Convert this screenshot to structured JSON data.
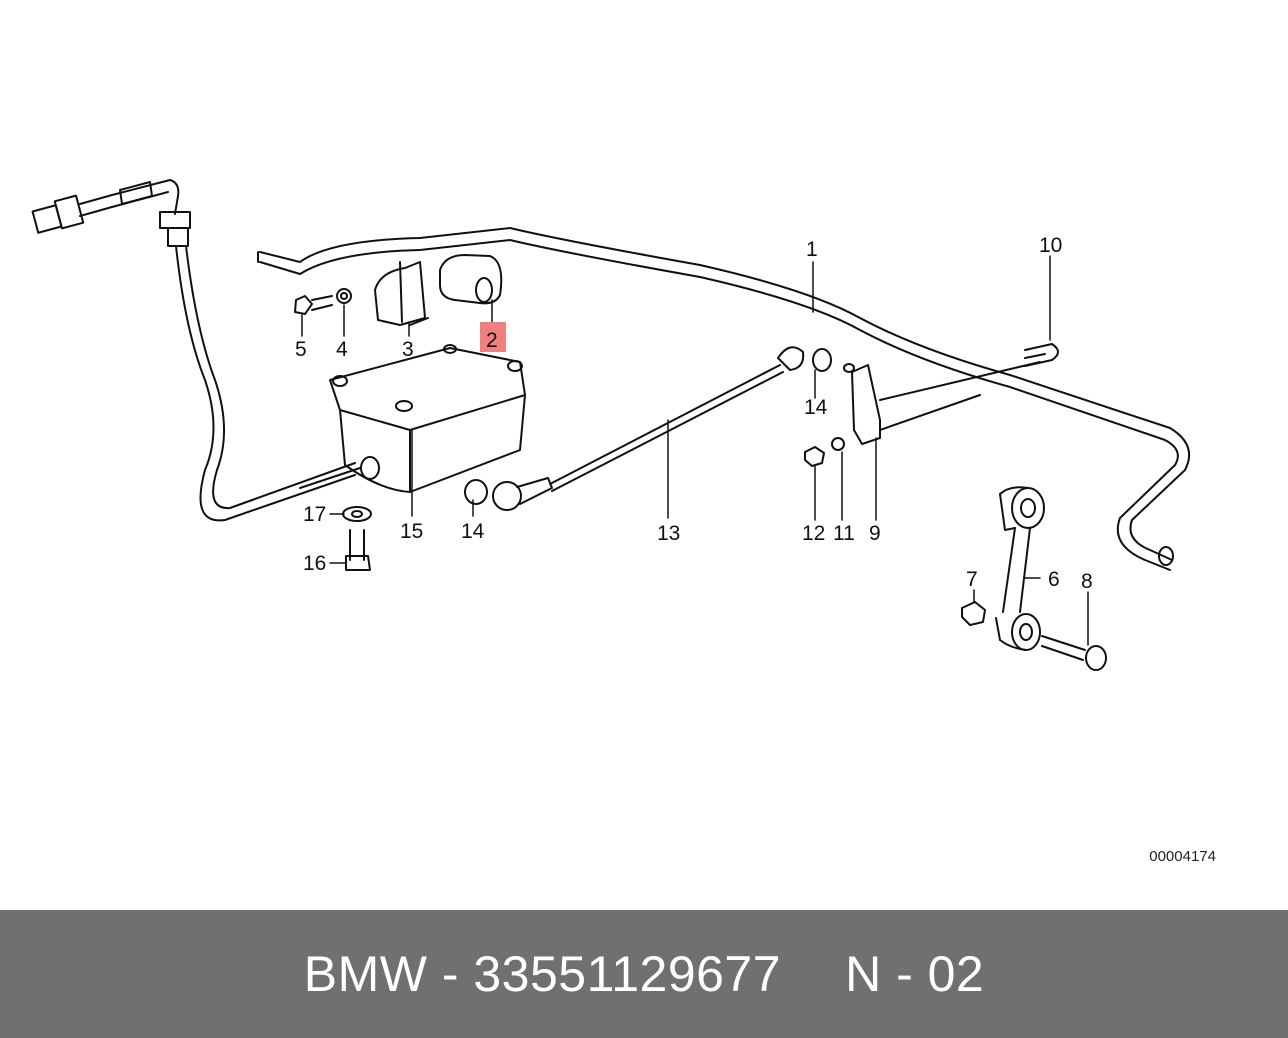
{
  "footer": {
    "part_label": "BMW - 33551129677",
    "position_label": "N - 02"
  },
  "diagram": {
    "reference_number": "00004174",
    "highlighted_part": "2",
    "highlight_color": "#f08080",
    "callouts": {
      "c1": "1",
      "c2": "2",
      "c3": "3",
      "c4": "4",
      "c5": "5",
      "c6": "6",
      "c7": "7",
      "c8": "8",
      "c9": "9",
      "c10": "10",
      "c11": "11",
      "c12": "12",
      "c13": "13",
      "c14a": "14",
      "c14b": "14",
      "c15": "15",
      "c16": "16",
      "c17": "17"
    }
  }
}
